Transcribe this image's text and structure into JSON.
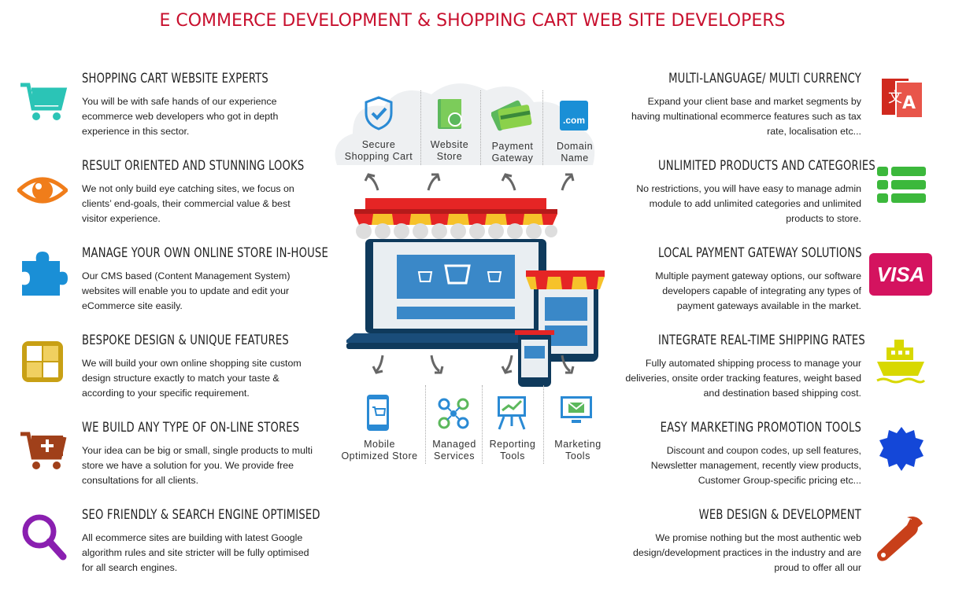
{
  "title": "E COMMERCE DEVELOPMENT & SHOPPING CART WEB SITE DEVELOPERS",
  "left_features": [
    {
      "heading": "SHOPPING CART WEBSITE EXPERTS",
      "text": "You will be with safe hands of our experience ecommerce web developers who got in depth experience in this sector.",
      "icon": "shopping-cart-icon",
      "color": "#2bc4b6"
    },
    {
      "heading": "RESULT ORIENTED AND STUNNING LOOKS",
      "text": "We not only build eye catching sites, we focus on clients’ end-goals, their commercial value & best visitor experience.",
      "icon": "eye-icon",
      "color": "#f07d1a"
    },
    {
      "heading": "MANAGE YOUR OWN ONLINE STORE IN-HOUSE",
      "text": "Our CMS based (Content Management System) websites will enable you to update and edit your eCommerce site easily.",
      "icon": "puzzle-icon",
      "color": "#1a8fd6"
    },
    {
      "heading": "BESPOKE DESIGN & UNIQUE FEATURES",
      "text": "We will build your own online shopping site custom design structure exactly to match your taste & according to your specific requirement.",
      "icon": "design-icon",
      "color": "#c8a015"
    },
    {
      "heading": "WE BUILD ANY TYPE OF ON-LINE STORES",
      "text": "Your idea can be big or small, single products to multi store we have a solution for you. We provide free consultations for all clients.",
      "icon": "add-to-cart-icon",
      "color": "#a0401a"
    },
    {
      "heading": "SEO FRIENDLY & SEARCH ENGINE OPTIMISED",
      "text": "All ecommerce sites are building with latest Google algorithm rules and site stricter will be fully optimised for all search engines.",
      "icon": "search-icon",
      "color": "#8a1fb0"
    }
  ],
  "right_features": [
    {
      "heading": "MULTI-LANGUAGE/ MULTI CURRENCY",
      "text": "Expand your client base and market segments by having multinational ecommerce features such as tax rate, localisation etc...",
      "icon": "translate-icon",
      "color": "#d0291e"
    },
    {
      "heading": "UNLIMITED PRODUCTS AND CATEGORIES",
      "text": "No restrictions, you will have easy to manage admin module to add unlimited categories and unlimited products to store.",
      "icon": "list-icon",
      "color": "#3cb83c"
    },
    {
      "heading": "LOCAL PAYMENT GATEWAY SOLUTIONS",
      "text": "Multiple payment gateway options, our software developers capable of integrating any types of payment gateways available in the market.",
      "icon": "visa-icon",
      "color": "#d4135f",
      "badge": "VISA"
    },
    {
      "heading": "INTEGRATE REAL-TIME SHIPPING RATES",
      "text": "Fully automated shipping process to manage your deliveries, onsite order tracking features, weight based and destination based shipping cost.",
      "icon": "ship-icon",
      "color": "#d8d800"
    },
    {
      "heading": "EASY MARKETING PROMOTION TOOLS",
      "text": "Discount and coupon codes, up sell features, Newsletter management, recently view products, Customer Group-specific pricing etc...",
      "icon": "badge-icon",
      "color": "#1447d8"
    },
    {
      "heading": "WEB DESIGN & DEVELOPMENT",
      "text": "We promise nothing but the most authentic web design/development practices in the industry and are proud to offer all our",
      "icon": "wrench-icon",
      "color": "#c8401a"
    }
  ],
  "center": {
    "top_items": [
      {
        "line1": "Secure",
        "line2": "Shopping Cart",
        "icon": "shield-check-icon"
      },
      {
        "line1": "Website",
        "line2": "Store",
        "icon": "book-icon"
      },
      {
        "line1": "Payment",
        "line2": "Gateway",
        "icon": "credit-card-icon"
      },
      {
        "line1": "Domain",
        "line2": "Name",
        "icon": "domain-icon",
        "badge": ".com"
      }
    ],
    "bottom_items": [
      {
        "line1": "Mobile",
        "line2": "Optimized Store",
        "icon": "mobile-cart-icon"
      },
      {
        "line1": "Managed",
        "line2": "Services",
        "icon": "network-icon"
      },
      {
        "line1": "Reporting",
        "line2": "Tools",
        "icon": "chart-board-icon"
      },
      {
        "line1": "Marketing",
        "line2": "Tools",
        "icon": "email-monitor-icon"
      }
    ]
  }
}
